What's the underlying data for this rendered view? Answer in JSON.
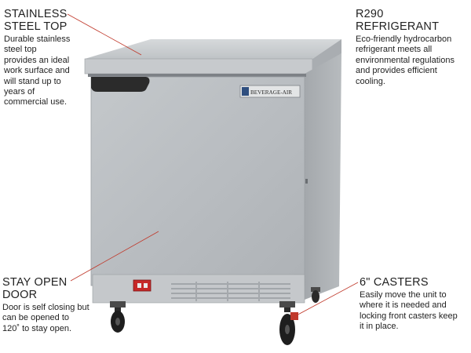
{
  "callouts": {
    "top_left": {
      "title": "STAINLESS\nSTEEL TOP",
      "body": "Durable stainless\nsteel top\nprovides an ideal\nwork surface and\nwill stand up to\nyears of\ncommercial use."
    },
    "top_right": {
      "title": "R290 REFRIGERANT",
      "body": "Eco-friendly hydrocarbon\nrefrigerant  meets all\nenvironmental regulations\nand provides efficient\ncooling."
    },
    "bottom_left": {
      "title": "STAY OPEN\nDOOR",
      "body": "Door is self closing but\ncan be opened to\n120˚ to stay open."
    },
    "bottom_right": {
      "title": "6\" CASTERS",
      "body": "Easily move the unit to\nwhere it is needed and\nlocking front casters keep\nit in place."
    }
  },
  "product": {
    "brand_badge": "BEVERAGE-AIR"
  },
  "colors": {
    "leader_line": "#c0392b",
    "steel_light": "#c9cccf",
    "steel_mid": "#b3b7bb",
    "steel_dark": "#8f9398",
    "handle": "#2b2b2b",
    "power_switch": "#c62828"
  }
}
